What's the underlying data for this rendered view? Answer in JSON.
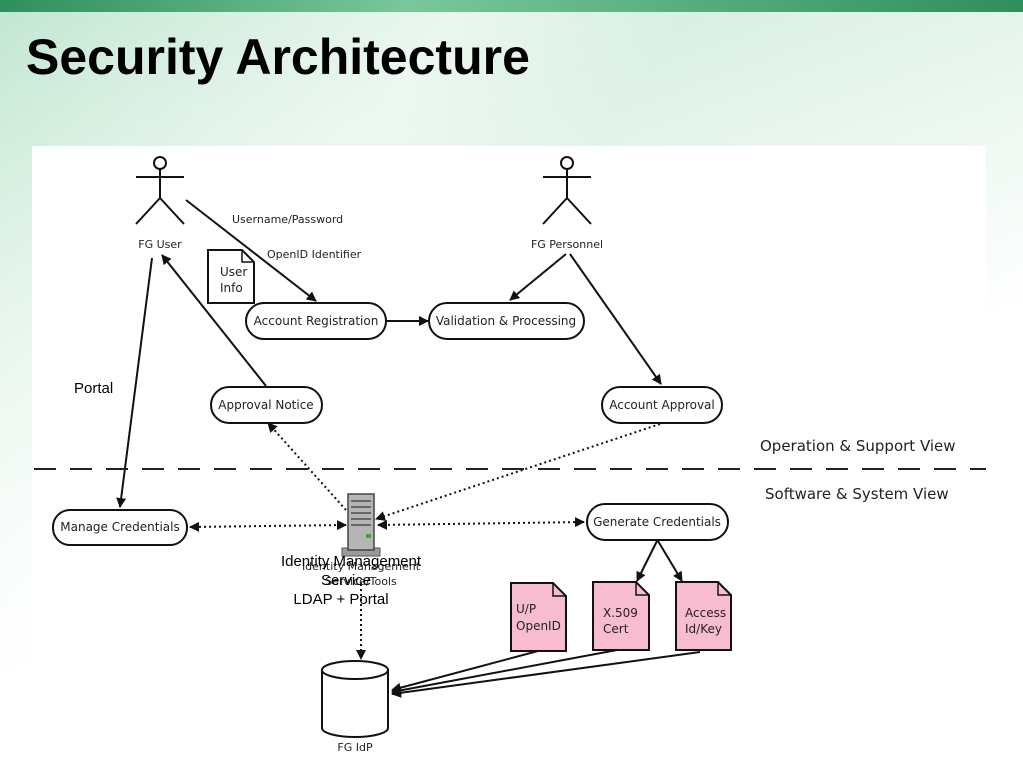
{
  "slide": {
    "title": "Security Architecture"
  },
  "actors": {
    "fg_user": "FG User",
    "fg_personnel": "FG Personnel"
  },
  "edge_labels": {
    "username_password": "Username/Password",
    "openid_identifier": "OpenID Identifier",
    "portal": "Portal"
  },
  "documents": {
    "user_info": [
      "User",
      "Info"
    ],
    "up_openid": [
      "U/P",
      "OpenID"
    ],
    "x509_cert": [
      "X.509",
      "Cert"
    ],
    "access_id_key": [
      "Access",
      "Id/Key"
    ]
  },
  "processes": {
    "account_registration": "Account Registration",
    "validation_processing": "Validation & Processing",
    "approval_notice": "Approval Notice",
    "account_approval": "Account Approval",
    "manage_credentials": "Manage Credentials",
    "generate_credentials": "Generate Credentials"
  },
  "views": {
    "operation_support": "Operation & Support View",
    "software_system": "Software & System View"
  },
  "server": {
    "label_lines": [
      "Identity Management",
      "Service",
      "LDAP + Portal"
    ],
    "underlay_lines": [
      "Identity Management",
      "Service/Tools"
    ]
  },
  "database": {
    "label": "FG IdP"
  },
  "colors": {
    "document_pink": "#f7bcd0",
    "accent_green": "#2f8f5a"
  }
}
